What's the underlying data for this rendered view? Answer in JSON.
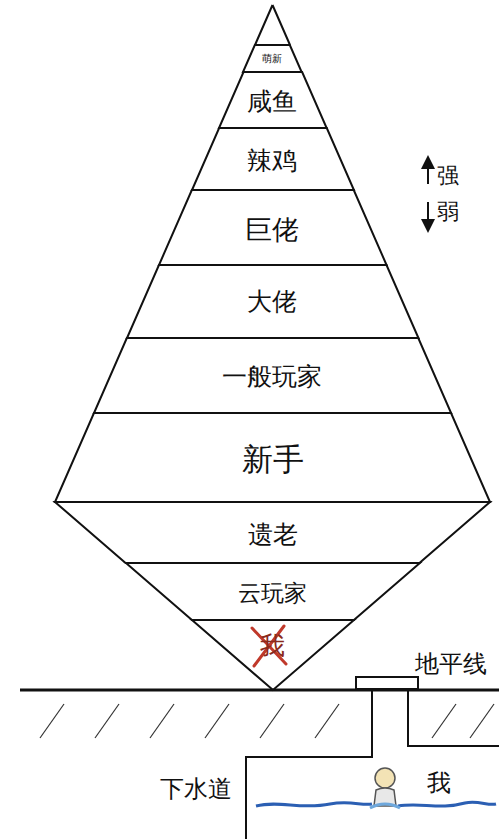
{
  "diagram": {
    "nodes": [
      {
        "text": [
          "萌新"
        ]
      },
      {
        "text": [
          "咸鱼"
        ]
      },
      {
        "text": [
          "辣鸡"
        ]
      },
      {
        "text": [
          "巨佬"
        ]
      },
      {
        "text": [
          "大佬"
        ]
      },
      {
        "text": [
          "一般玩家"
        ]
      },
      {
        "text": [
          "新手"
        ]
      },
      {
        "text": [
          "遗老"
        ]
      },
      {
        "text": [
          "云玩家"
        ]
      },
      {
        "text": [
          "我"
        ]
      }
    ],
    "labels": [
      "强",
      "弱",
      "地平线",
      "下水道",
      "我"
    ]
  }
}
